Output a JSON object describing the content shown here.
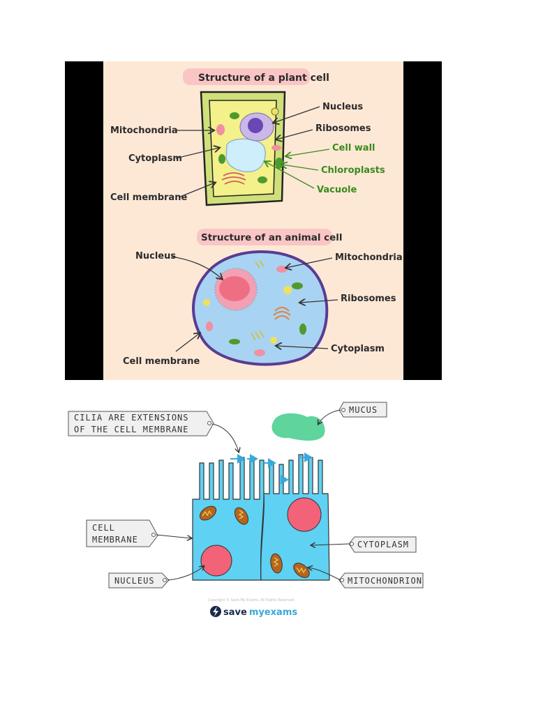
{
  "plant": {
    "title": "Structure of a plant cell",
    "labels": {
      "nucleus": "Nucleus",
      "mitochondria": "Mitochondria",
      "ribosomes": "Ribosomes",
      "cytoplasm": "Cytoplasm",
      "cell_wall": "Cell wall",
      "chloroplasts": "Chloroplasts",
      "vacuole": "Vacuole",
      "cell_membrane": "Cell membrane"
    }
  },
  "animal": {
    "title": "Structure of an animal cell",
    "labels": {
      "nucleus": "Nucleus",
      "mitochondria": "Mitochondria",
      "ribosomes": "Ribosomes",
      "cytoplasm": "Cytoplasm",
      "cell_membrane": "Cell membrane"
    }
  },
  "ciliated": {
    "labels": {
      "cilia_line1": "CILIA ARE EXTENSIONS",
      "cilia_line2": "OF THE CELL MEMBRANE",
      "mucus": "MUCUS",
      "cell_membrane_line1": "CELL",
      "cell_membrane_line2": "MEMBRANE",
      "cytoplasm": "CYTOPLASM",
      "nucleus": "NUCLEUS",
      "mitochondrion": "MITOCHONDRION"
    },
    "copyright": "Copyright © Save My Exams. All Rights Reserved",
    "logo_save": "save",
    "logo_my": "my",
    "logo_exams": "exams"
  },
  "colors": {
    "beige": "#fde8d6",
    "plant_wall": "#cfe07a",
    "plant_cytoplasm": "#f4f08a",
    "vacuole": "#cdeefa",
    "animal_cytoplasm": "#a9d3f2",
    "animal_membrane": "#5a3b93",
    "cilia_cell": "#5fd1f2",
    "nucleus_pink": "#f2637a",
    "mucus": "#5fd49c",
    "accent_green": "#3a8a1c"
  }
}
